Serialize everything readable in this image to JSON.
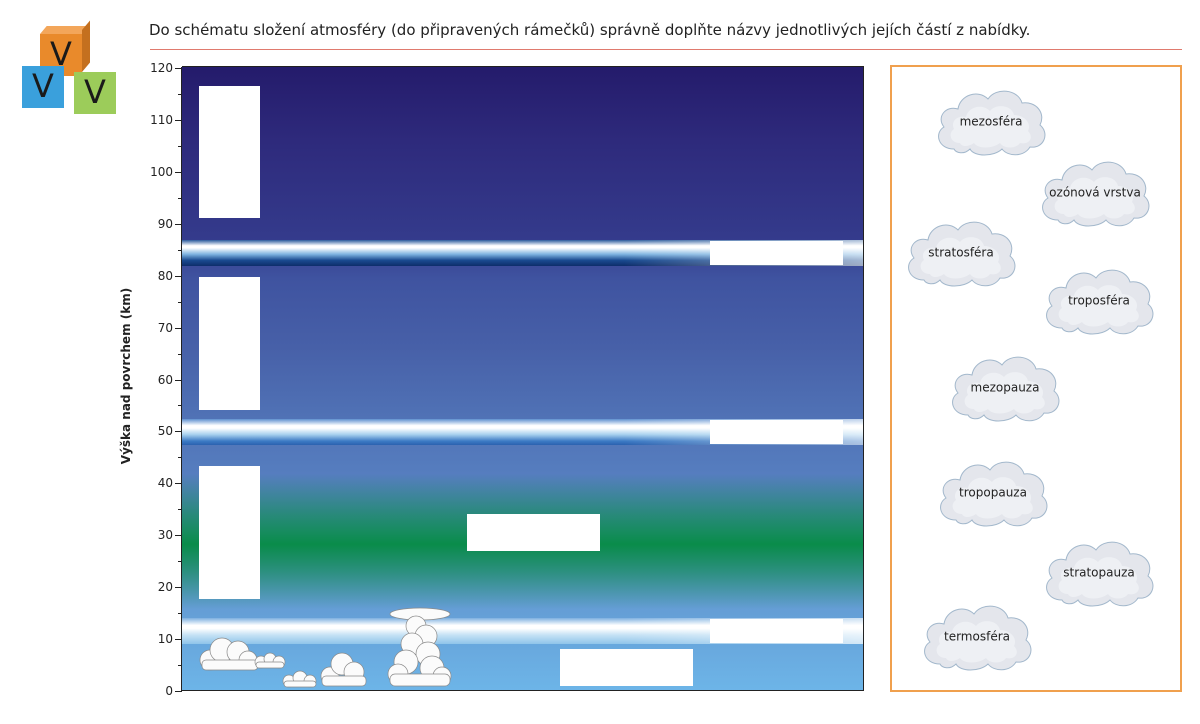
{
  "instruction": "Do schématu složení atmosféry (do připravených rámečků) správně doplňte názvy jednotlivých jejích částí z nabídky.",
  "logo": {
    "letters": [
      "V",
      "V",
      "V"
    ]
  },
  "diagram": {
    "y_axis_label": "Výška nad povrchem (km)",
    "y_ticks": [
      "120",
      "110",
      "100",
      "90",
      "80",
      "70",
      "60",
      "50",
      "40",
      "30",
      "20",
      "10",
      "0"
    ]
  },
  "options": {
    "items": [
      {
        "id": "mezosfera",
        "text": "mezosféra"
      },
      {
        "id": "ozonova",
        "text": "ozónová vrstva"
      },
      {
        "id": "stratosfera",
        "text": "stratosféra"
      },
      {
        "id": "troposfera",
        "text": "troposféra"
      },
      {
        "id": "mezopauza",
        "text": "mezopauza"
      },
      {
        "id": "tropopauza",
        "text": "tropopauza"
      },
      {
        "id": "stratopauza",
        "text": "stratopauza"
      },
      {
        "id": "termosfera",
        "text": "termosféra"
      }
    ]
  },
  "colors": {
    "accent_border": "#f0a04e",
    "rule": "#e07a6e",
    "ozone": "#008c3c",
    "sky_top": "#241b6b",
    "sky_bottom": "#6db5e8"
  }
}
